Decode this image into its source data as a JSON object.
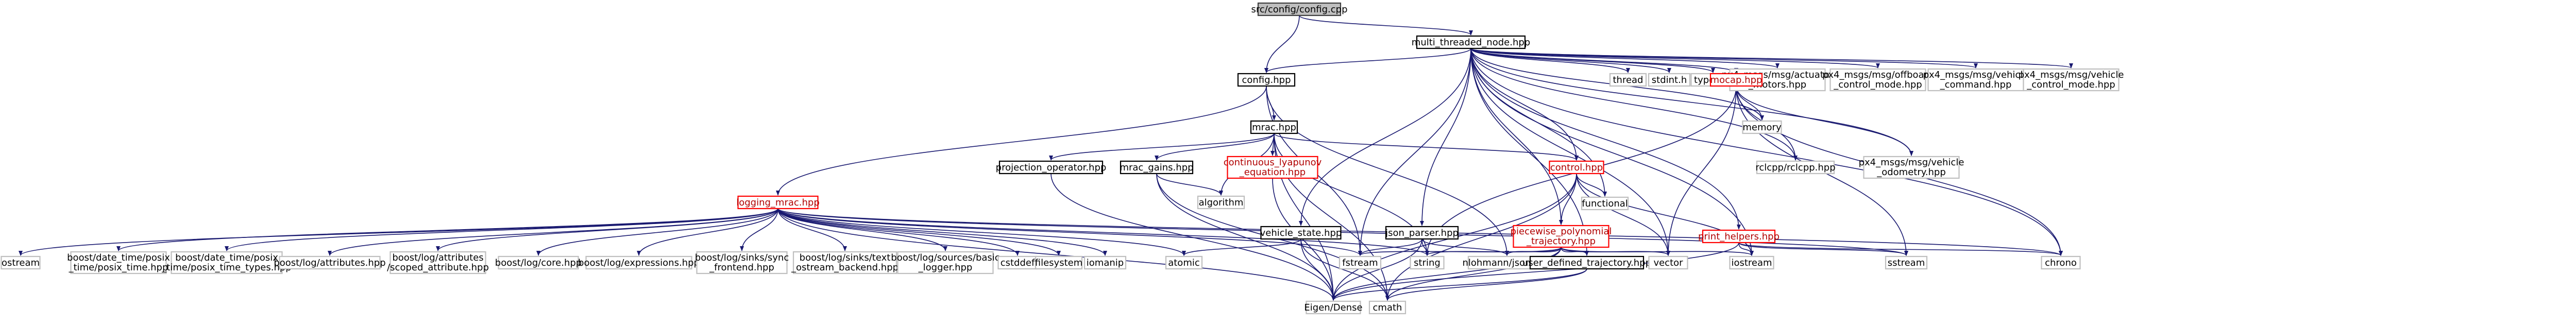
{
  "nodes": [
    {
      "id": "src_config_cpp",
      "lines": [
        "src/config/config.cpp"
      ],
      "style": "src"
    },
    {
      "id": "multi_threaded_node",
      "lines": [
        "multi_threaded_node.hpp"
      ],
      "style": "doc"
    },
    {
      "id": "config_hpp",
      "lines": [
        "config.hpp"
      ],
      "style": "doc"
    },
    {
      "id": "thread",
      "lines": [
        "thread"
      ],
      "style": "plain"
    },
    {
      "id": "stdint",
      "lines": [
        "stdint.h"
      ],
      "style": "plain"
    },
    {
      "id": "typeinfo",
      "lines": [
        "typeinfo"
      ],
      "style": "plain"
    },
    {
      "id": "px4_actuator_motors",
      "lines": [
        "px4_msgs/msg/actuator",
        "_motors.hpp"
      ],
      "style": "plain"
    },
    {
      "id": "px4_offboard",
      "lines": [
        "px4_msgs/msg/offboard",
        "_control_mode.hpp"
      ],
      "style": "plain"
    },
    {
      "id": "px4_vehicle_command",
      "lines": [
        "px4_msgs/msg/vehicle",
        "_command.hpp"
      ],
      "style": "plain"
    },
    {
      "id": "px4_vehicle_control_mode",
      "lines": [
        "px4_msgs/msg/vehicle",
        "_control_mode.hpp"
      ],
      "style": "plain"
    },
    {
      "id": "mocap_hpp",
      "lines": [
        "mocap.hpp"
      ],
      "style": "red"
    },
    {
      "id": "mrac_hpp",
      "lines": [
        "mrac.hpp"
      ],
      "style": "doc"
    },
    {
      "id": "memory",
      "lines": [
        "memory"
      ],
      "style": "plain"
    },
    {
      "id": "rclcpp",
      "lines": [
        "rclcpp/rclcpp.hpp"
      ],
      "style": "plain"
    },
    {
      "id": "px4_odometry",
      "lines": [
        "px4_msgs/msg/vehicle",
        "_odometry.hpp"
      ],
      "style": "plain"
    },
    {
      "id": "projection_operator",
      "lines": [
        "projection_operator.hpp"
      ],
      "style": "doc"
    },
    {
      "id": "mrac_gains",
      "lines": [
        "mrac_gains.hpp"
      ],
      "style": "doc"
    },
    {
      "id": "continuous_lyapunov",
      "lines": [
        "continuous_lyapunov",
        "_equation.hpp"
      ],
      "style": "red"
    },
    {
      "id": "control_hpp",
      "lines": [
        "control.hpp"
      ],
      "style": "red"
    },
    {
      "id": "functional",
      "lines": [
        "functional"
      ],
      "style": "plain"
    },
    {
      "id": "algorithm",
      "lines": [
        "algorithm"
      ],
      "style": "plain"
    },
    {
      "id": "logging_mrac",
      "lines": [
        "logging_mrac.hpp"
      ],
      "style": "red"
    },
    {
      "id": "vehicle_state",
      "lines": [
        "vehicle_state.hpp"
      ],
      "style": "doc"
    },
    {
      "id": "json_parser",
      "lines": [
        "json_parser.hpp"
      ],
      "style": "doc"
    },
    {
      "id": "piecewise_poly",
      "lines": [
        "piecewise_polynomial",
        "_trajectory.hpp"
      ],
      "style": "red"
    },
    {
      "id": "print_helpers",
      "lines": [
        "print_helpers.hpp"
      ],
      "style": "red"
    },
    {
      "id": "ostream",
      "lines": [
        "ostream"
      ],
      "style": "plain"
    },
    {
      "id": "posix_time",
      "lines": [
        "boost/date_time/posix",
        "_time/posix_time.hpp"
      ],
      "style": "plain"
    },
    {
      "id": "posix_time_types",
      "lines": [
        "boost/date_time/posix",
        "_time/posix_time_types.hpp"
      ],
      "style": "plain"
    },
    {
      "id": "log_attributes",
      "lines": [
        "boost/log/attributes.hpp"
      ],
      "style": "plain"
    },
    {
      "id": "log_scoped_attribute",
      "lines": [
        "boost/log/attributes",
        "/scoped_attribute.hpp"
      ],
      "style": "plain"
    },
    {
      "id": "log_core",
      "lines": [
        "boost/log/core.hpp"
      ],
      "style": "plain"
    },
    {
      "id": "log_expressions",
      "lines": [
        "boost/log/expressions.hpp"
      ],
      "style": "plain"
    },
    {
      "id": "log_sync_frontend",
      "lines": [
        "boost/log/sinks/sync",
        "_frontend.hpp"
      ],
      "style": "plain"
    },
    {
      "id": "log_text_ostream",
      "lines": [
        "boost/log/sinks/text",
        "_ostream_backend.hpp"
      ],
      "style": "plain"
    },
    {
      "id": "log_basic_logger",
      "lines": [
        "boost/log/sources/basic",
        "_logger.hpp"
      ],
      "style": "plain"
    },
    {
      "id": "cstddef",
      "lines": [
        "cstddef"
      ],
      "style": "plain"
    },
    {
      "id": "filesystem",
      "lines": [
        "filesystem"
      ],
      "style": "plain"
    },
    {
      "id": "iomanip",
      "lines": [
        "iomanip"
      ],
      "style": "plain"
    },
    {
      "id": "atomic",
      "lines": [
        "atomic"
      ],
      "style": "plain"
    },
    {
      "id": "fstream",
      "lines": [
        "fstream"
      ],
      "style": "plain"
    },
    {
      "id": "string",
      "lines": [
        "string"
      ],
      "style": "plain"
    },
    {
      "id": "nlohmann_json",
      "lines": [
        "nlohmann/json.hpp"
      ],
      "style": "plain"
    },
    {
      "id": "user_defined_traj",
      "lines": [
        "user_defined_trajectory.hpp"
      ],
      "style": "doc"
    },
    {
      "id": "vector",
      "lines": [
        "vector"
      ],
      "style": "plain"
    },
    {
      "id": "iostream",
      "lines": [
        "iostream"
      ],
      "style": "plain"
    },
    {
      "id": "sstream",
      "lines": [
        "sstream"
      ],
      "style": "plain"
    },
    {
      "id": "chrono",
      "lines": [
        "chrono"
      ],
      "style": "plain"
    },
    {
      "id": "eigen_dense",
      "lines": [
        "Eigen/Dense"
      ],
      "style": "plain"
    },
    {
      "id": "cmath",
      "lines": [
        "cmath"
      ],
      "style": "plain"
    }
  ],
  "edges": [
    [
      "src_config_cpp",
      "multi_threaded_node"
    ],
    [
      "src_config_cpp",
      "config_hpp"
    ],
    [
      "multi_threaded_node",
      "config_hpp"
    ],
    [
      "multi_threaded_node",
      "thread"
    ],
    [
      "multi_threaded_node",
      "stdint"
    ],
    [
      "multi_threaded_node",
      "typeinfo"
    ],
    [
      "multi_threaded_node",
      "px4_actuator_motors"
    ],
    [
      "multi_threaded_node",
      "px4_offboard"
    ],
    [
      "multi_threaded_node",
      "px4_vehicle_command"
    ],
    [
      "multi_threaded_node",
      "px4_vehicle_control_mode"
    ],
    [
      "multi_threaded_node",
      "px4_odometry"
    ],
    [
      "multi_threaded_node",
      "mocap_hpp"
    ],
    [
      "multi_threaded_node",
      "memory"
    ],
    [
      "multi_threaded_node",
      "rclcpp"
    ],
    [
      "multi_threaded_node",
      "control_hpp"
    ],
    [
      "multi_threaded_node",
      "functional"
    ],
    [
      "multi_threaded_node",
      "vehicle_state"
    ],
    [
      "multi_threaded_node",
      "json_parser"
    ],
    [
      "multi_threaded_node",
      "piecewise_poly"
    ],
    [
      "multi_threaded_node",
      "print_helpers"
    ],
    [
      "multi_threaded_node",
      "user_defined_traj"
    ],
    [
      "multi_threaded_node",
      "fstream"
    ],
    [
      "multi_threaded_node",
      "vector"
    ],
    [
      "multi_threaded_node",
      "iostream"
    ],
    [
      "multi_threaded_node",
      "chrono"
    ],
    [
      "config_hpp",
      "mrac_hpp"
    ],
    [
      "config_hpp",
      "logging_mrac"
    ],
    [
      "config_hpp",
      "fstream"
    ],
    [
      "config_hpp",
      "nlohmann_json"
    ],
    [
      "mocap_hpp",
      "memory"
    ],
    [
      "mocap_hpp",
      "rclcpp"
    ],
    [
      "mocap_hpp",
      "px4_odometry"
    ],
    [
      "mocap_hpp",
      "vector"
    ],
    [
      "mocap_hpp",
      "chrono"
    ],
    [
      "mocap_hpp",
      "sstream"
    ],
    [
      "mocap_hpp",
      "string"
    ],
    [
      "mrac_hpp",
      "projection_operator"
    ],
    [
      "mrac_hpp",
      "mrac_gains"
    ],
    [
      "mrac_hpp",
      "continuous_lyapunov"
    ],
    [
      "mrac_hpp",
      "control_hpp"
    ],
    [
      "mrac_hpp",
      "algorithm"
    ],
    [
      "mrac_hpp",
      "eigen_dense"
    ],
    [
      "mrac_hpp",
      "string"
    ],
    [
      "mrac_hpp",
      "cmath"
    ],
    [
      "projection_operator",
      "eigen_dense"
    ],
    [
      "mrac_gains",
      "eigen_dense"
    ],
    [
      "mrac_gains",
      "algorithm"
    ],
    [
      "mrac_gains",
      "cmath"
    ],
    [
      "continuous_lyapunov",
      "eigen_dense"
    ],
    [
      "control_hpp",
      "functional"
    ],
    [
      "control_hpp",
      "piecewise_poly"
    ],
    [
      "control_hpp",
      "vector"
    ],
    [
      "control_hpp",
      "iostream"
    ],
    [
      "control_hpp",
      "eigen_dense"
    ],
    [
      "control_hpp",
      "cmath"
    ],
    [
      "logging_mrac",
      "ostream"
    ],
    [
      "logging_mrac",
      "posix_time"
    ],
    [
      "logging_mrac",
      "posix_time_types"
    ],
    [
      "logging_mrac",
      "log_attributes"
    ],
    [
      "logging_mrac",
      "log_scoped_attribute"
    ],
    [
      "logging_mrac",
      "log_core"
    ],
    [
      "logging_mrac",
      "log_expressions"
    ],
    [
      "logging_mrac",
      "log_sync_frontend"
    ],
    [
      "logging_mrac",
      "log_text_ostream"
    ],
    [
      "logging_mrac",
      "log_basic_logger"
    ],
    [
      "logging_mrac",
      "cstddef"
    ],
    [
      "logging_mrac",
      "filesystem"
    ],
    [
      "logging_mrac",
      "iomanip"
    ],
    [
      "logging_mrac",
      "atomic"
    ],
    [
      "logging_mrac",
      "fstream"
    ],
    [
      "logging_mrac",
      "string"
    ],
    [
      "logging_mrac",
      "chrono"
    ],
    [
      "logging_mrac",
      "sstream"
    ],
    [
      "logging_mrac",
      "eigen_dense"
    ],
    [
      "vehicle_state",
      "atomic"
    ],
    [
      "vehicle_state",
      "eigen_dense"
    ],
    [
      "vehicle_state",
      "cmath"
    ],
    [
      "json_parser",
      "fstream"
    ],
    [
      "json_parser",
      "string"
    ],
    [
      "json_parser",
      "nlohmann_json"
    ],
    [
      "json_parser",
      "eigen_dense"
    ],
    [
      "piecewise_poly",
      "fstream"
    ],
    [
      "piecewise_poly",
      "string"
    ],
    [
      "piecewise_poly",
      "nlohmann_json"
    ],
    [
      "piecewise_poly",
      "user_defined_traj"
    ],
    [
      "piecewise_poly",
      "vector"
    ],
    [
      "piecewise_poly",
      "iostream"
    ],
    [
      "piecewise_poly",
      "eigen_dense"
    ],
    [
      "piecewise_poly",
      "cmath"
    ],
    [
      "user_defined_traj",
      "eigen_dense"
    ],
    [
      "user_defined_traj",
      "cmath"
    ],
    [
      "print_helpers",
      "iostream"
    ],
    [
      "print_helpers",
      "sstream"
    ],
    [
      "print_helpers",
      "chrono"
    ],
    [
      "print_helpers",
      "eigen_dense"
    ]
  ]
}
